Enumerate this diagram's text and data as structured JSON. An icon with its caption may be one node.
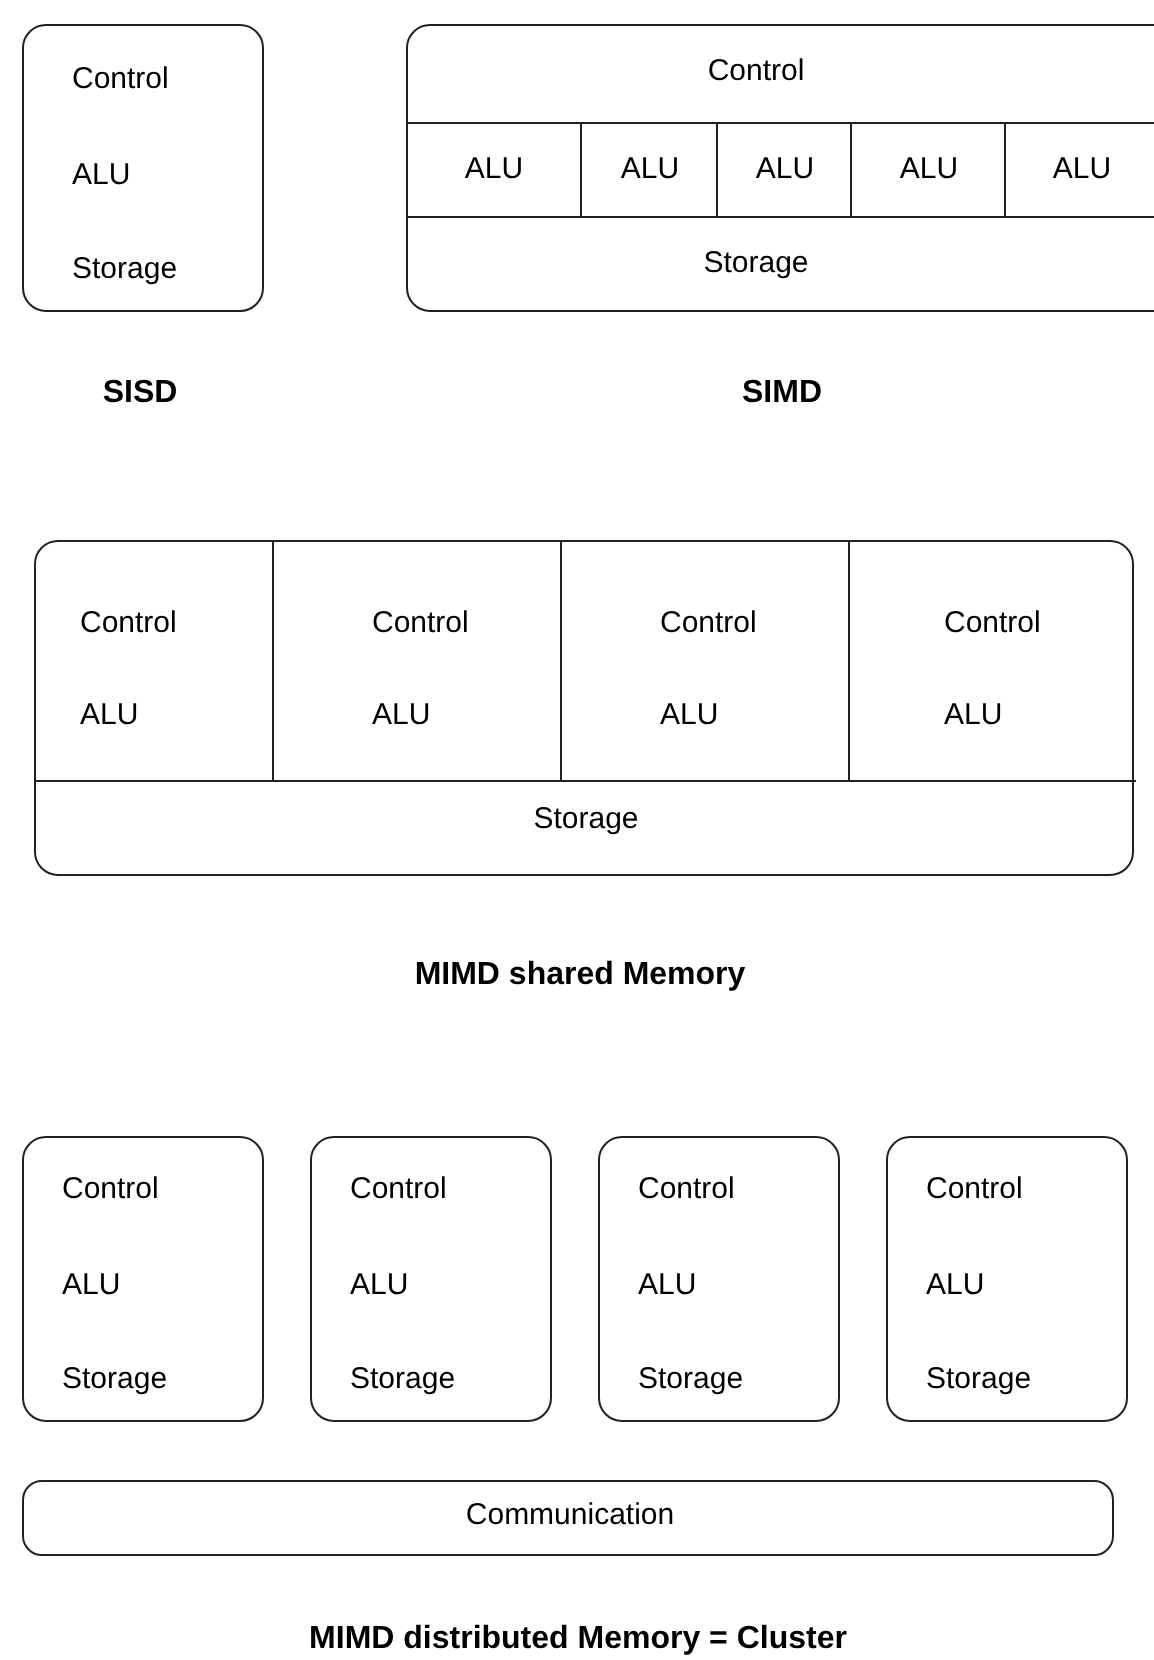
{
  "diagram": {
    "nodes": [
      {
        "text": [
          "Control",
          "ALU",
          "Storage"
        ]
      },
      {
        "text": [
          "Control",
          "Storage"
        ]
      },
      {
        "text": [
          "ALU"
        ],
        "in": 1
      },
      {
        "text": [
          "ALU"
        ],
        "in": 1
      },
      {
        "text": [
          "ALU"
        ],
        "in": 1
      },
      {
        "text": [
          "ALU"
        ],
        "in": 1
      },
      {
        "text": [
          "ALU"
        ],
        "in": 1
      },
      {
        "text": [
          "Storage"
        ]
      },
      {
        "text": [
          "Control",
          "ALU"
        ],
        "in": 7
      },
      {
        "text": [
          "Control",
          "ALU"
        ],
        "in": 7
      },
      {
        "text": [
          "Control",
          "ALU"
        ],
        "in": 7
      },
      {
        "text": [
          "Control",
          "ALU"
        ],
        "in": 7
      },
      {
        "text": [
          "Control",
          "ALU",
          "Storage"
        ]
      },
      {
        "text": [
          "Control",
          "ALU",
          "Storage"
        ]
      },
      {
        "text": [
          "Control",
          "ALU",
          "Storage"
        ]
      },
      {
        "text": [
          "Control",
          "ALU",
          "Storage"
        ]
      },
      {
        "text": [
          "Communication"
        ]
      }
    ],
    "labels": [
      "SISD",
      "SIMD",
      "MIMD shared Memory",
      "MIMD distributed Memory = Cluster"
    ]
  }
}
